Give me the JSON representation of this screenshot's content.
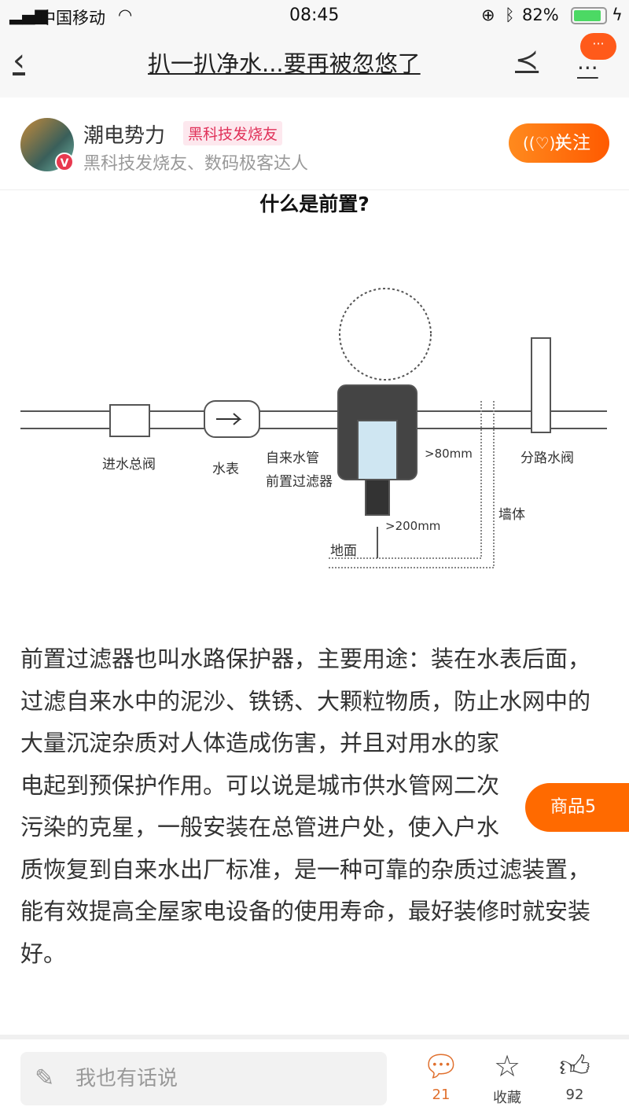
{
  "status": {
    "carrier": "中国移动",
    "time": "08:45",
    "battery": "82%"
  },
  "nav": {
    "title": "扒一扒净水...要再被忽悠了"
  },
  "author": {
    "name": "潮电势力",
    "tag": "黑科技发烧友",
    "desc": "黑科技发烧友、数码极客达人",
    "follow": "关注",
    "verified": "V"
  },
  "figure": {
    "title": "什么是前置?",
    "labels": {
      "main_valve": "进水总阀",
      "meter": "水表",
      "tap_pipe": "自来水管",
      "prefilter": "前置过滤器",
      "gap80": ">80mm",
      "branch_valve": "分路水阀",
      "wall": "墙体",
      "gap200": ">200mm",
      "floor": "地面"
    }
  },
  "article": {
    "text": "前置过滤器也叫水路保护器，主要用途：装在水表后面，过滤自来水中的泥沙、铁锈、大颗粒物质，防止水网中的大量沉淀杂质对人体造成伤害，并且对用水的家电起到预保护作用。可以说是城市供水管网二次污染的克星，一般安装在总管进户处，使入户水质恢复到自来水出厂标准，是一种可靠的杂质过滤装置，能有效提高全屋家电设备的使用寿命，最好装修时就安装好。"
  },
  "goods": {
    "label": "商品5"
  },
  "bottom": {
    "placeholder": "我也有话说",
    "comments": "21",
    "favorite": "收藏",
    "likes": "92"
  },
  "colors": {
    "accent": "#ff6a00",
    "comment": "#e0702e"
  }
}
